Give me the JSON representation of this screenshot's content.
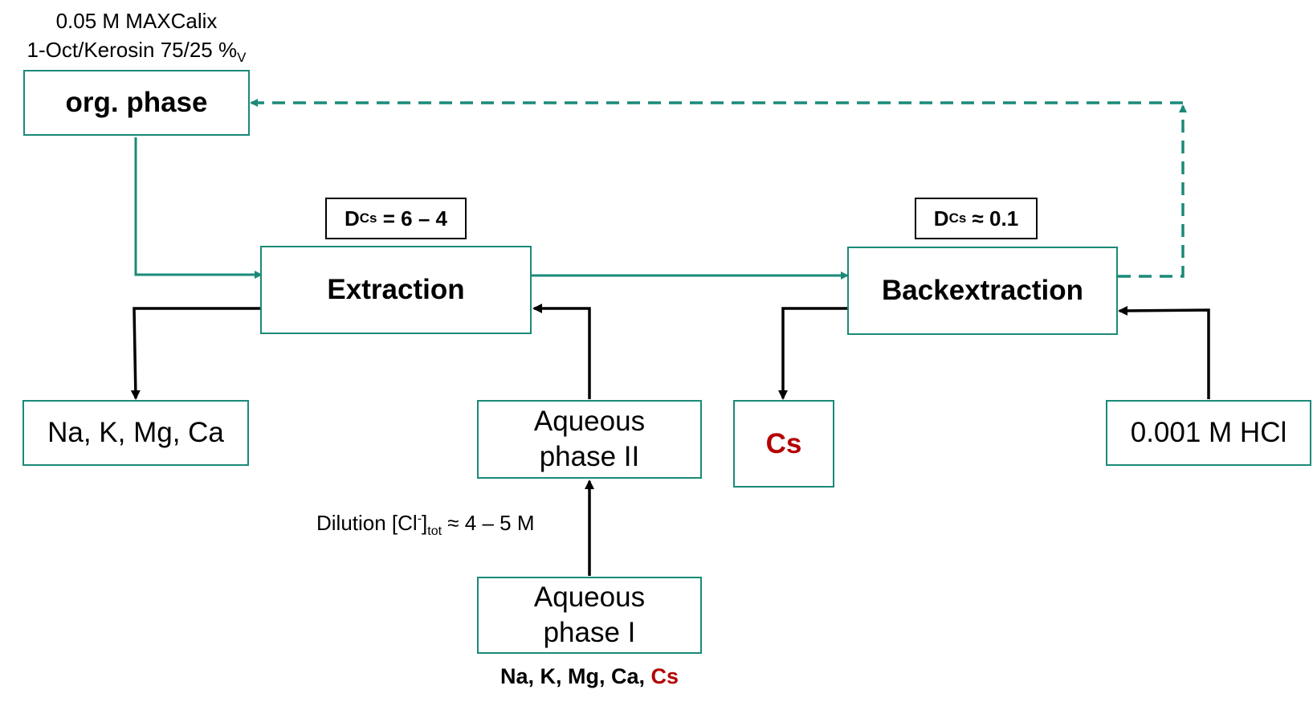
{
  "org_phase": {
    "solvent_line1": "0.05 M MAXCalix",
    "solvent_line2": "1-Oct/Kerosin 75/25 %",
    "solvent_line2_sub": "V",
    "label": "org. phase"
  },
  "extraction": {
    "label": "Extraction",
    "d_main": "D",
    "d_sub": "Cs",
    "d_value": " = 6 – 4"
  },
  "backextraction": {
    "label": "Backextraction",
    "d_main": "D",
    "d_sub": "Cs",
    "d_value": " ≈ 0.1"
  },
  "raffinate": {
    "label": "Na, K, Mg, Ca"
  },
  "aqueous_phase_2": {
    "line1": "Aqueous",
    "line2": "phase II"
  },
  "aqueous_phase_1": {
    "line1": "Aqueous",
    "line2": "phase I",
    "composition": "Na, K, Mg, Ca, ",
    "composition_highlight": "Cs"
  },
  "dilution": {
    "prefix": "Dilution [Cl",
    "sup": "-",
    "bracket": "]",
    "sub": "tot",
    "suffix": " ≈ 4 – 5 M"
  },
  "product": {
    "label": "Cs"
  },
  "strip_solution": {
    "label": "0.001 M HCl"
  },
  "colors": {
    "teal": "#1a8a78",
    "black": "#000000",
    "red": "#b30000"
  }
}
